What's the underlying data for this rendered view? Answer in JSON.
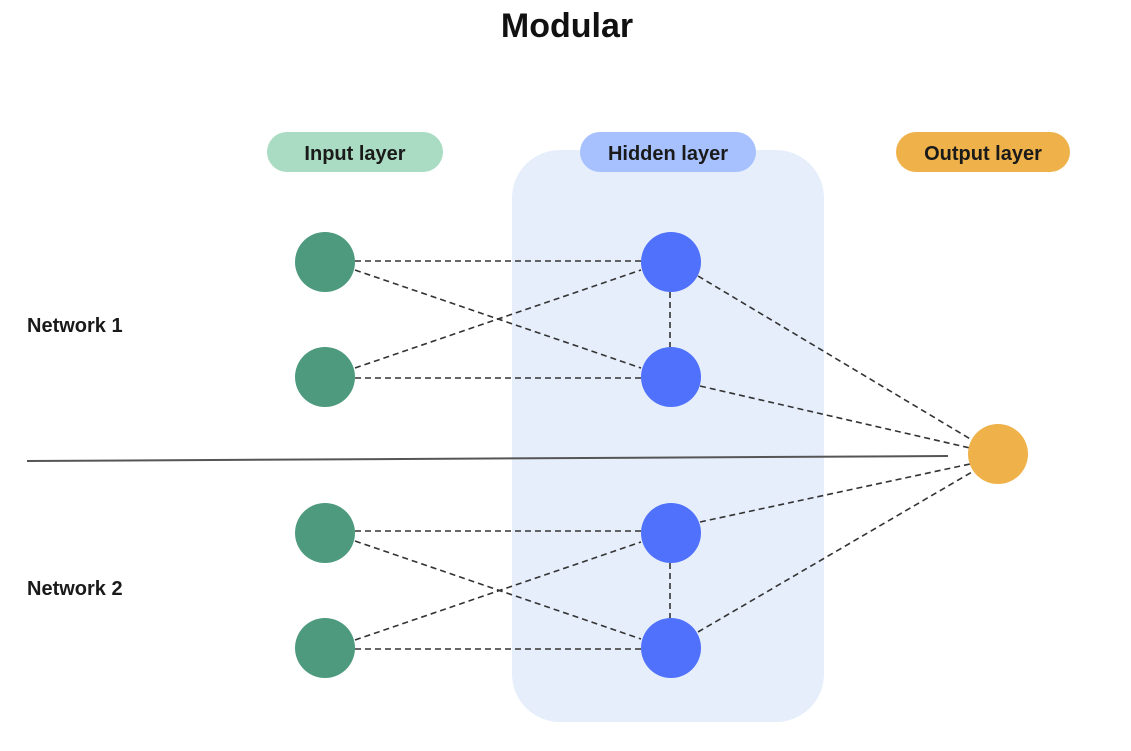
{
  "title": "Modular",
  "layers": {
    "input": {
      "label": "Input layer",
      "color": "#a9dcc2"
    },
    "hidden": {
      "label": "Hidden layer",
      "color": "#a7c1ff",
      "panel_color": "#e6eefc"
    },
    "output": {
      "label": "Output layer",
      "color": "#efb24a"
    }
  },
  "networks": [
    {
      "label": "Network 1"
    },
    {
      "label": "Network 2"
    }
  ],
  "node_colors": {
    "input": "#4d9a7e",
    "hidden": "#4f71fb",
    "output": "#efb24a"
  }
}
